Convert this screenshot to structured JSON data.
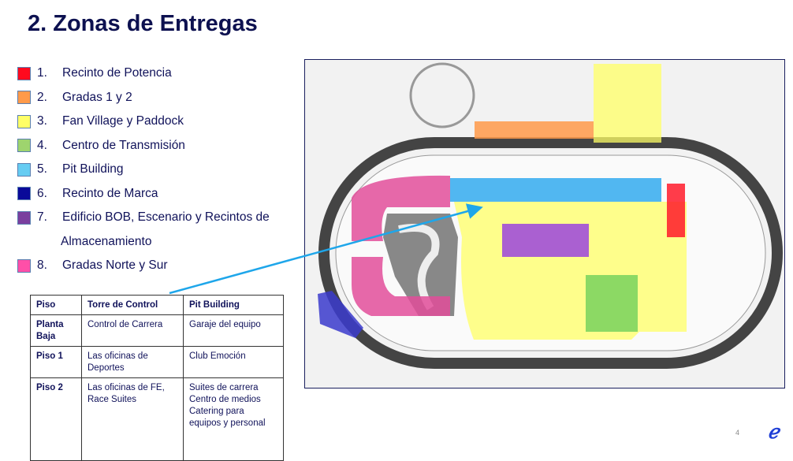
{
  "title": "2. Zonas de Entregas",
  "legend": [
    {
      "n": "1.",
      "label": "Recinto de Potencia",
      "color": "#ff0a1e"
    },
    {
      "n": "2.",
      "label": "Gradas 1 y 2",
      "color": "#ff9a4a"
    },
    {
      "n": "3.",
      "label": "Fan Village y Paddock",
      "color": "#ffff66"
    },
    {
      "n": "4.",
      "label": "Centro de Transmisión",
      "color": "#9ed46e"
    },
    {
      "n": "5.",
      "label": "Pit Building",
      "color": "#66ccf2"
    },
    {
      "n": "6.",
      "label": "Recinto de Marca",
      "color": "#0a0a99"
    },
    {
      "n": "7.",
      "label": "Edificio BOB, Escenario y Recintos de",
      "label2": "Almacenamiento",
      "color": "#7a3f9e"
    },
    {
      "n": "8.",
      "label": "Gradas Norte y Sur",
      "color": "#ff4fa8"
    }
  ],
  "table": {
    "headers": [
      "Piso",
      "Torre de Control",
      "Pit Building"
    ],
    "rows": [
      [
        "Planta Baja",
        "Control de Carrera",
        "Garaje del equipo"
      ],
      [
        "Piso 1",
        "Las oficinas de Deportes",
        "Club Emoción"
      ],
      [
        "Piso 2",
        "Las oficinas de FE, Race Suites",
        "Suites de carrera Centro de medios Catering para equipos y personal"
      ]
    ]
  },
  "page_number": "4",
  "logo": "e"
}
